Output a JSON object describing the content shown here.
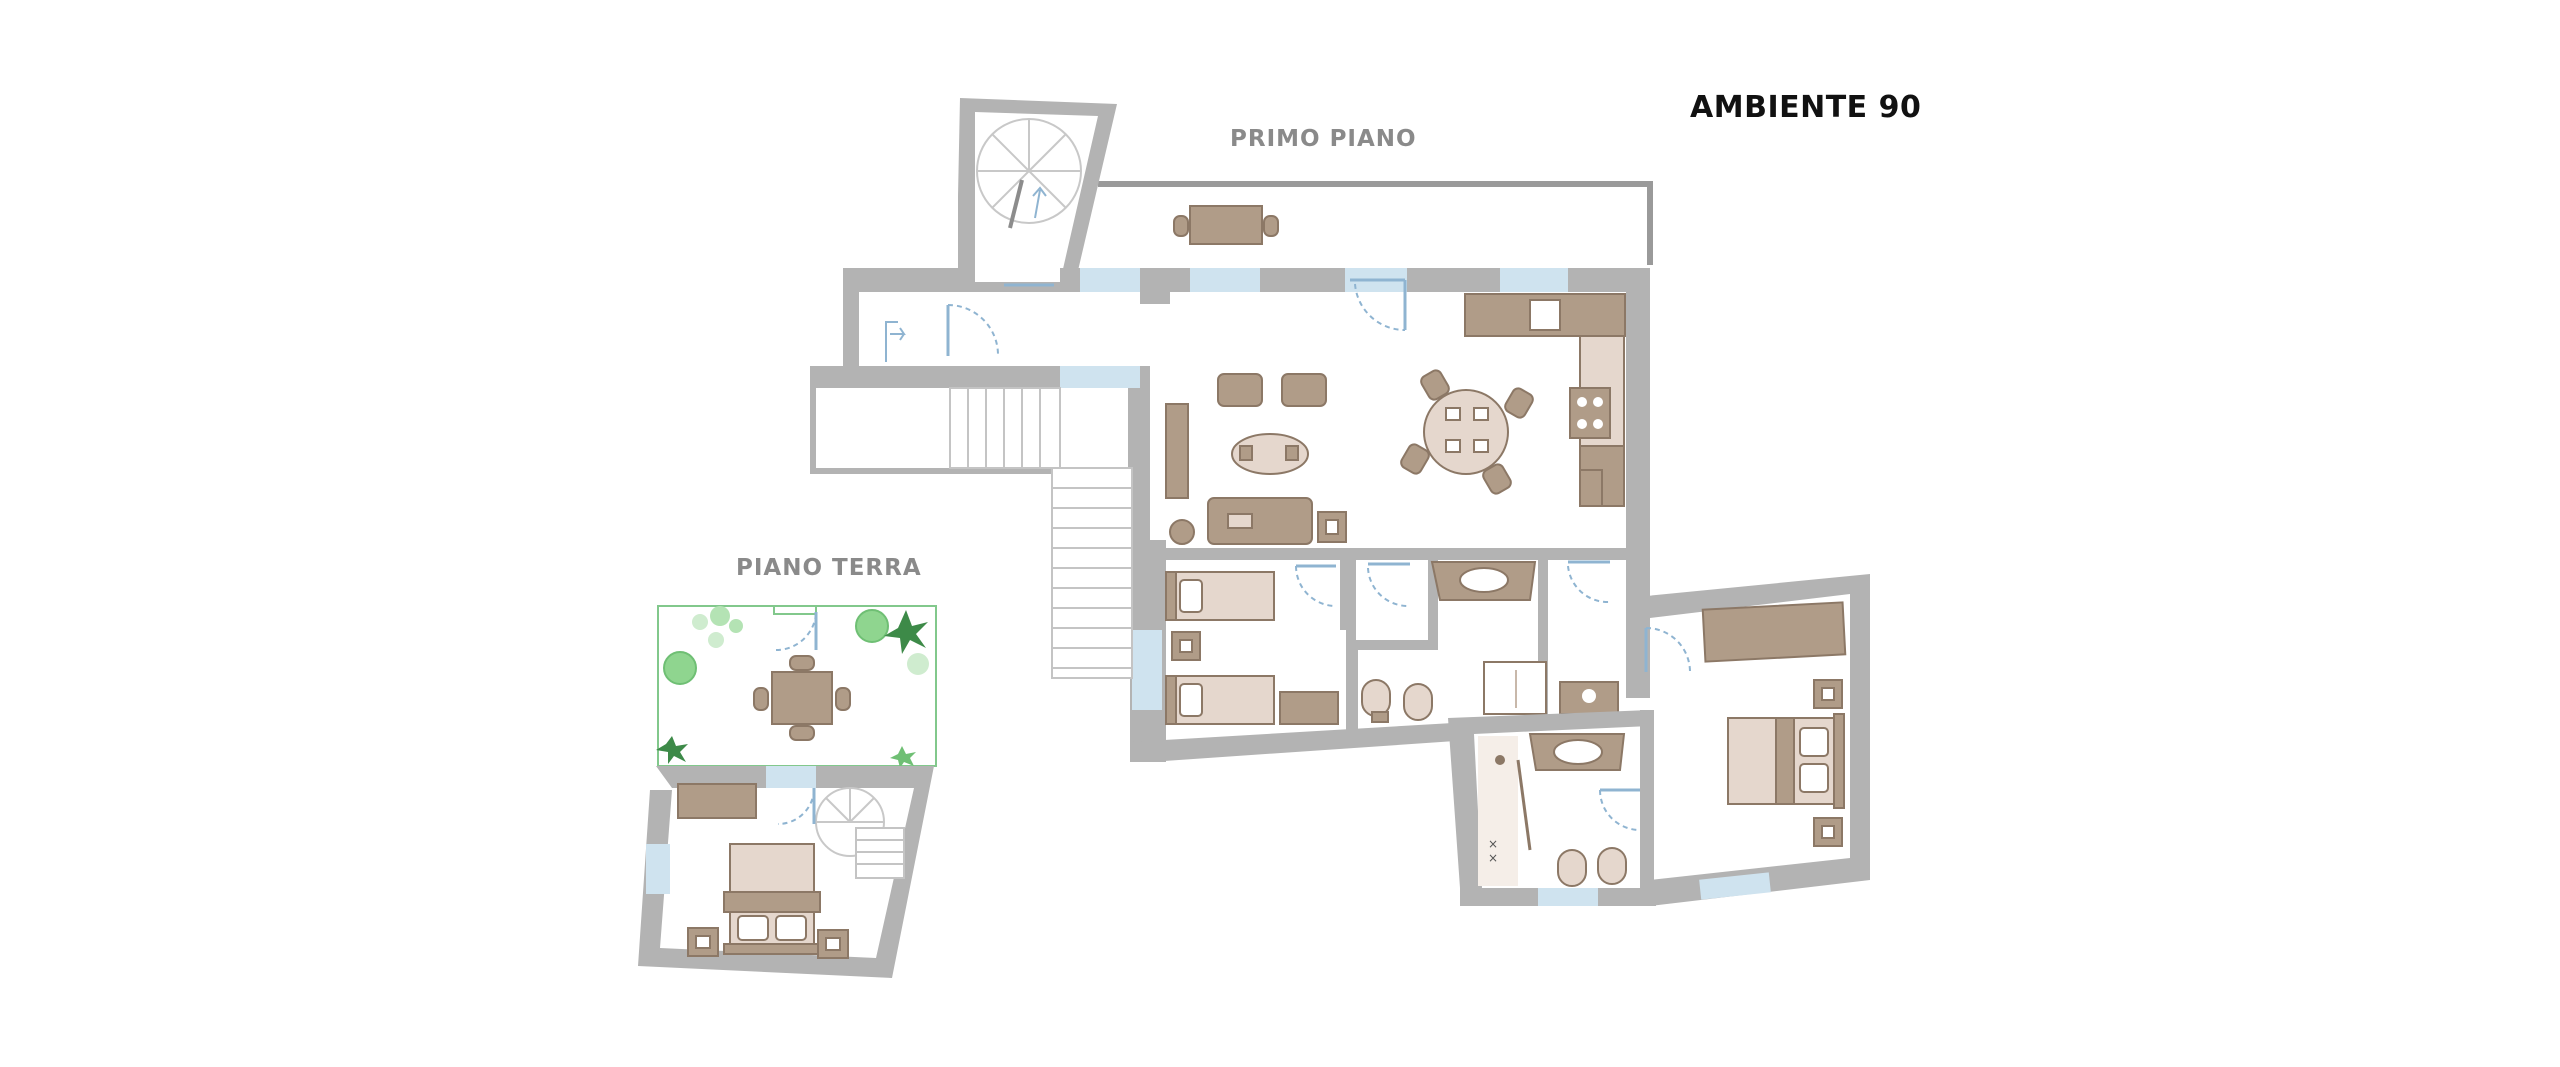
{
  "title": "AMBIENTE 90",
  "floors": {
    "first": "PRIMO PIANO",
    "ground": "PIANO TERRA"
  },
  "colors": {
    "wall": "#b3b3b3",
    "window": "#cfe3ef",
    "furniture": "#b09c88",
    "furniture_light": "#e5d7cd",
    "furniture_stroke": "#8c7866",
    "door": "#8fb4d1",
    "garden_border": "#82c88c",
    "plant": "#8fd58f",
    "plant_dark": "#3d8a48",
    "background": "#ffffff"
  }
}
